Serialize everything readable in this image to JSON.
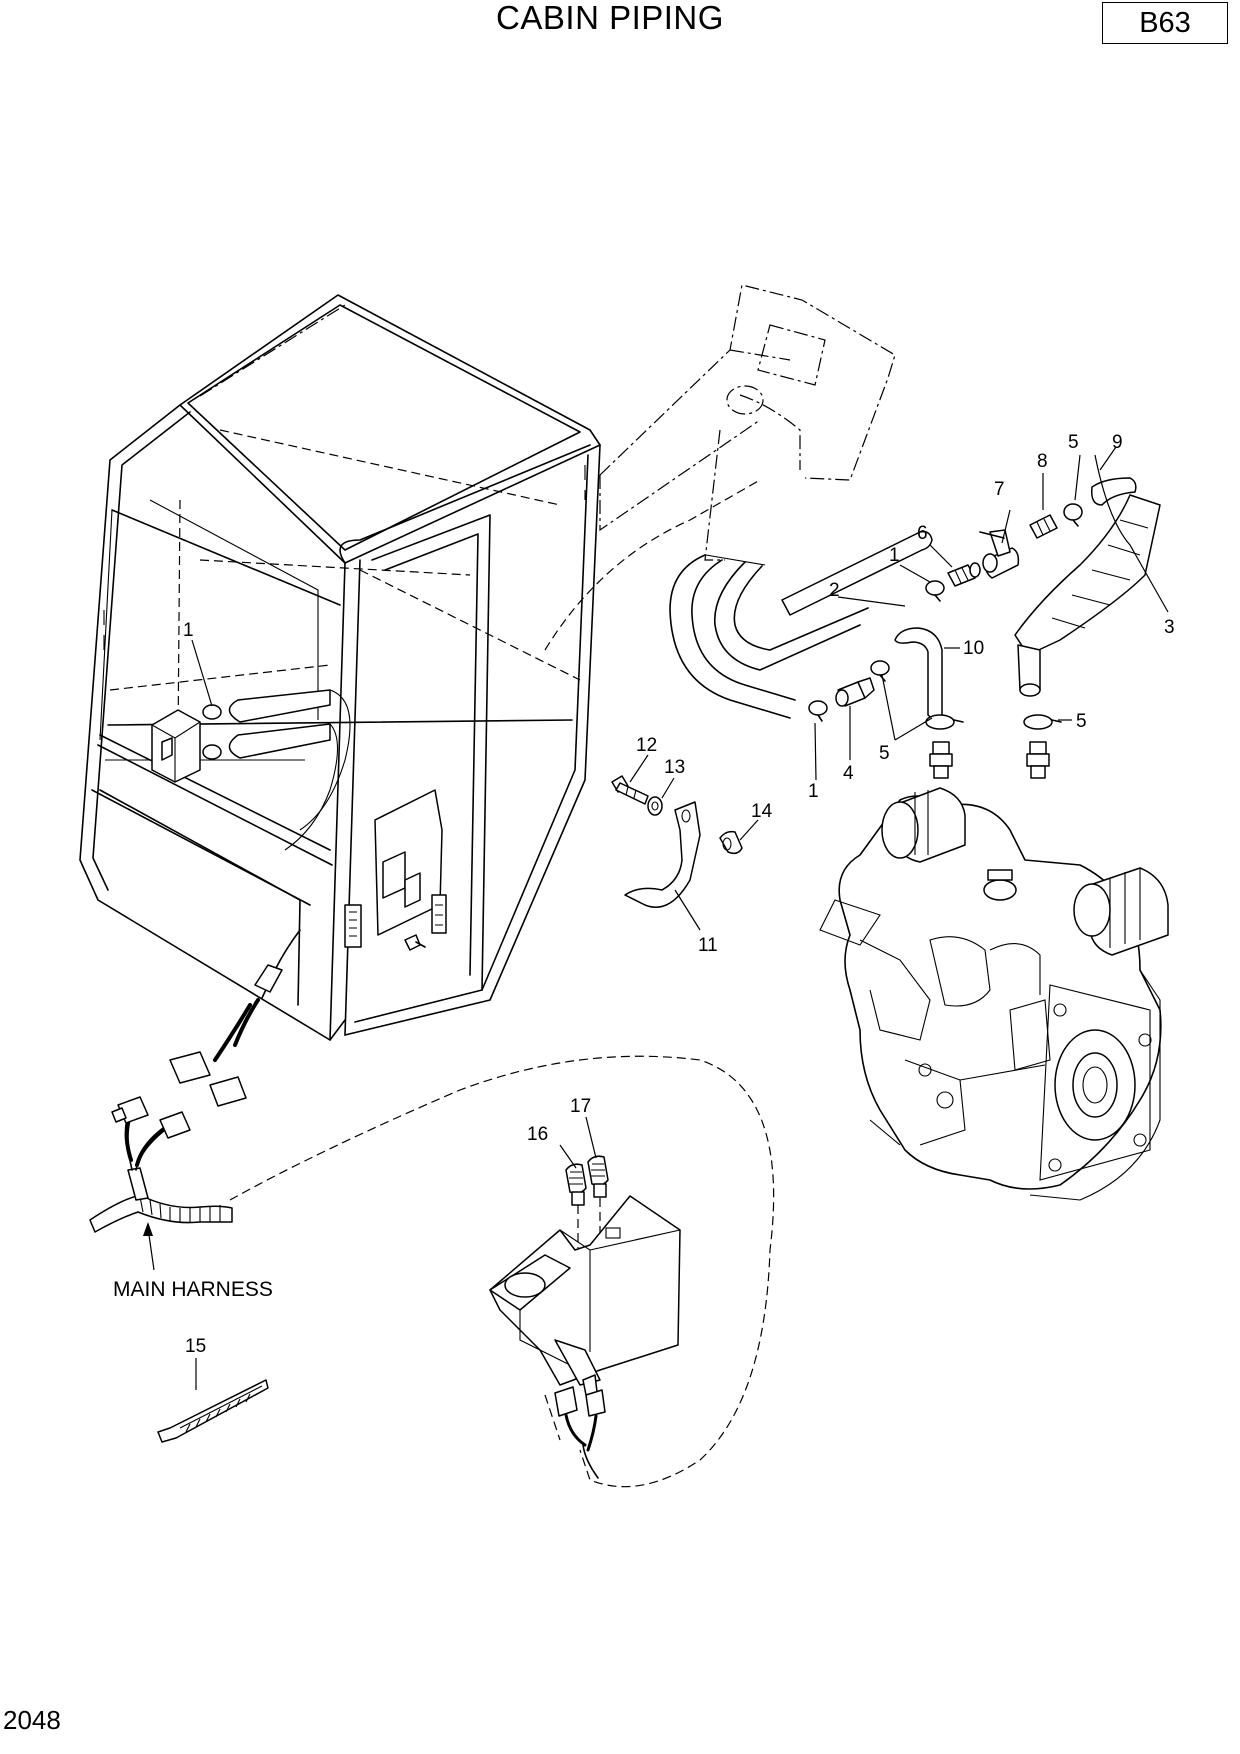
{
  "title": "CABIN PIPING",
  "page_code": "B63",
  "page_number": "2048",
  "callouts": {
    "c1a": "1",
    "c1b": "1",
    "c1c": "1",
    "c2": "2",
    "c3": "3",
    "c4": "4",
    "c5a": "5",
    "c5b": "5",
    "c5c": "5",
    "c6": "6",
    "c7": "7",
    "c8": "8",
    "c9": "9",
    "c10": "10",
    "c11": "11",
    "c12": "12",
    "c13": "13",
    "c14": "14",
    "c15": "15",
    "c16": "16",
    "c17": "17"
  },
  "labels": {
    "main_harness": "MAIN HARNESS"
  }
}
